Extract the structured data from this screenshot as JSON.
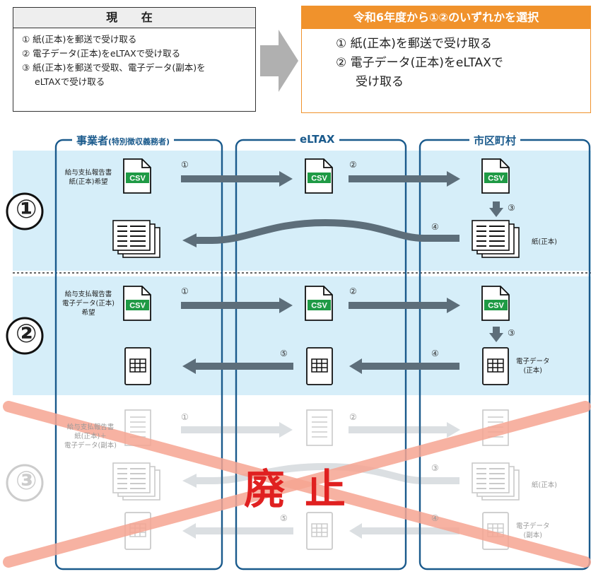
{
  "current": {
    "title": "現 在",
    "items": [
      "① 紙(正本)を郵送で受け取る",
      "② 電子データ(正本)をeLTAXで受け取る",
      "③ 紙(正本)を郵送で受取、電子データ(副本)を",
      "eLTAXで受け取る"
    ]
  },
  "new": {
    "title": "令和6年度から①②のいずれかを選択",
    "items": [
      "① 紙(正本)を郵送で受け取る",
      "② 電子データ(正本)をeLTAXで",
      "受け取る"
    ]
  },
  "columns": {
    "employer": "事業者",
    "employer_sub": "(特別徴収義務者)",
    "eltax": "eLTAX",
    "city": "市区町村"
  },
  "rows": {
    "r1": {
      "num": "①",
      "label": [
        "給与支払報告書",
        "紙(正本)希望"
      ],
      "city_label": "紙(正本)"
    },
    "r2": {
      "num": "②",
      "label": [
        "給与支払報告書",
        "電子データ(正本)",
        "希望"
      ],
      "city_label": [
        "電子データ",
        "(正本)"
      ]
    },
    "r3": {
      "num": "③",
      "label": [
        "給与支払報告書",
        "紙(正本)＋",
        "電子データ(副本)"
      ],
      "city_label1": "紙(正本)",
      "city_label2": [
        "電子データ",
        "(副本)"
      ]
    }
  },
  "steps": {
    "s1": "①",
    "s2": "②",
    "s3": "③",
    "s4": "④",
    "s5": "⑤"
  },
  "csv": "CSV",
  "abolished": "廃止",
  "colors": {
    "accent": "#f0922c",
    "band": "#d6eef9",
    "column": "#1a5a8c",
    "arrow": "#5d6e7a",
    "csv": "#1f9a45",
    "cross": "#f6a592"
  }
}
